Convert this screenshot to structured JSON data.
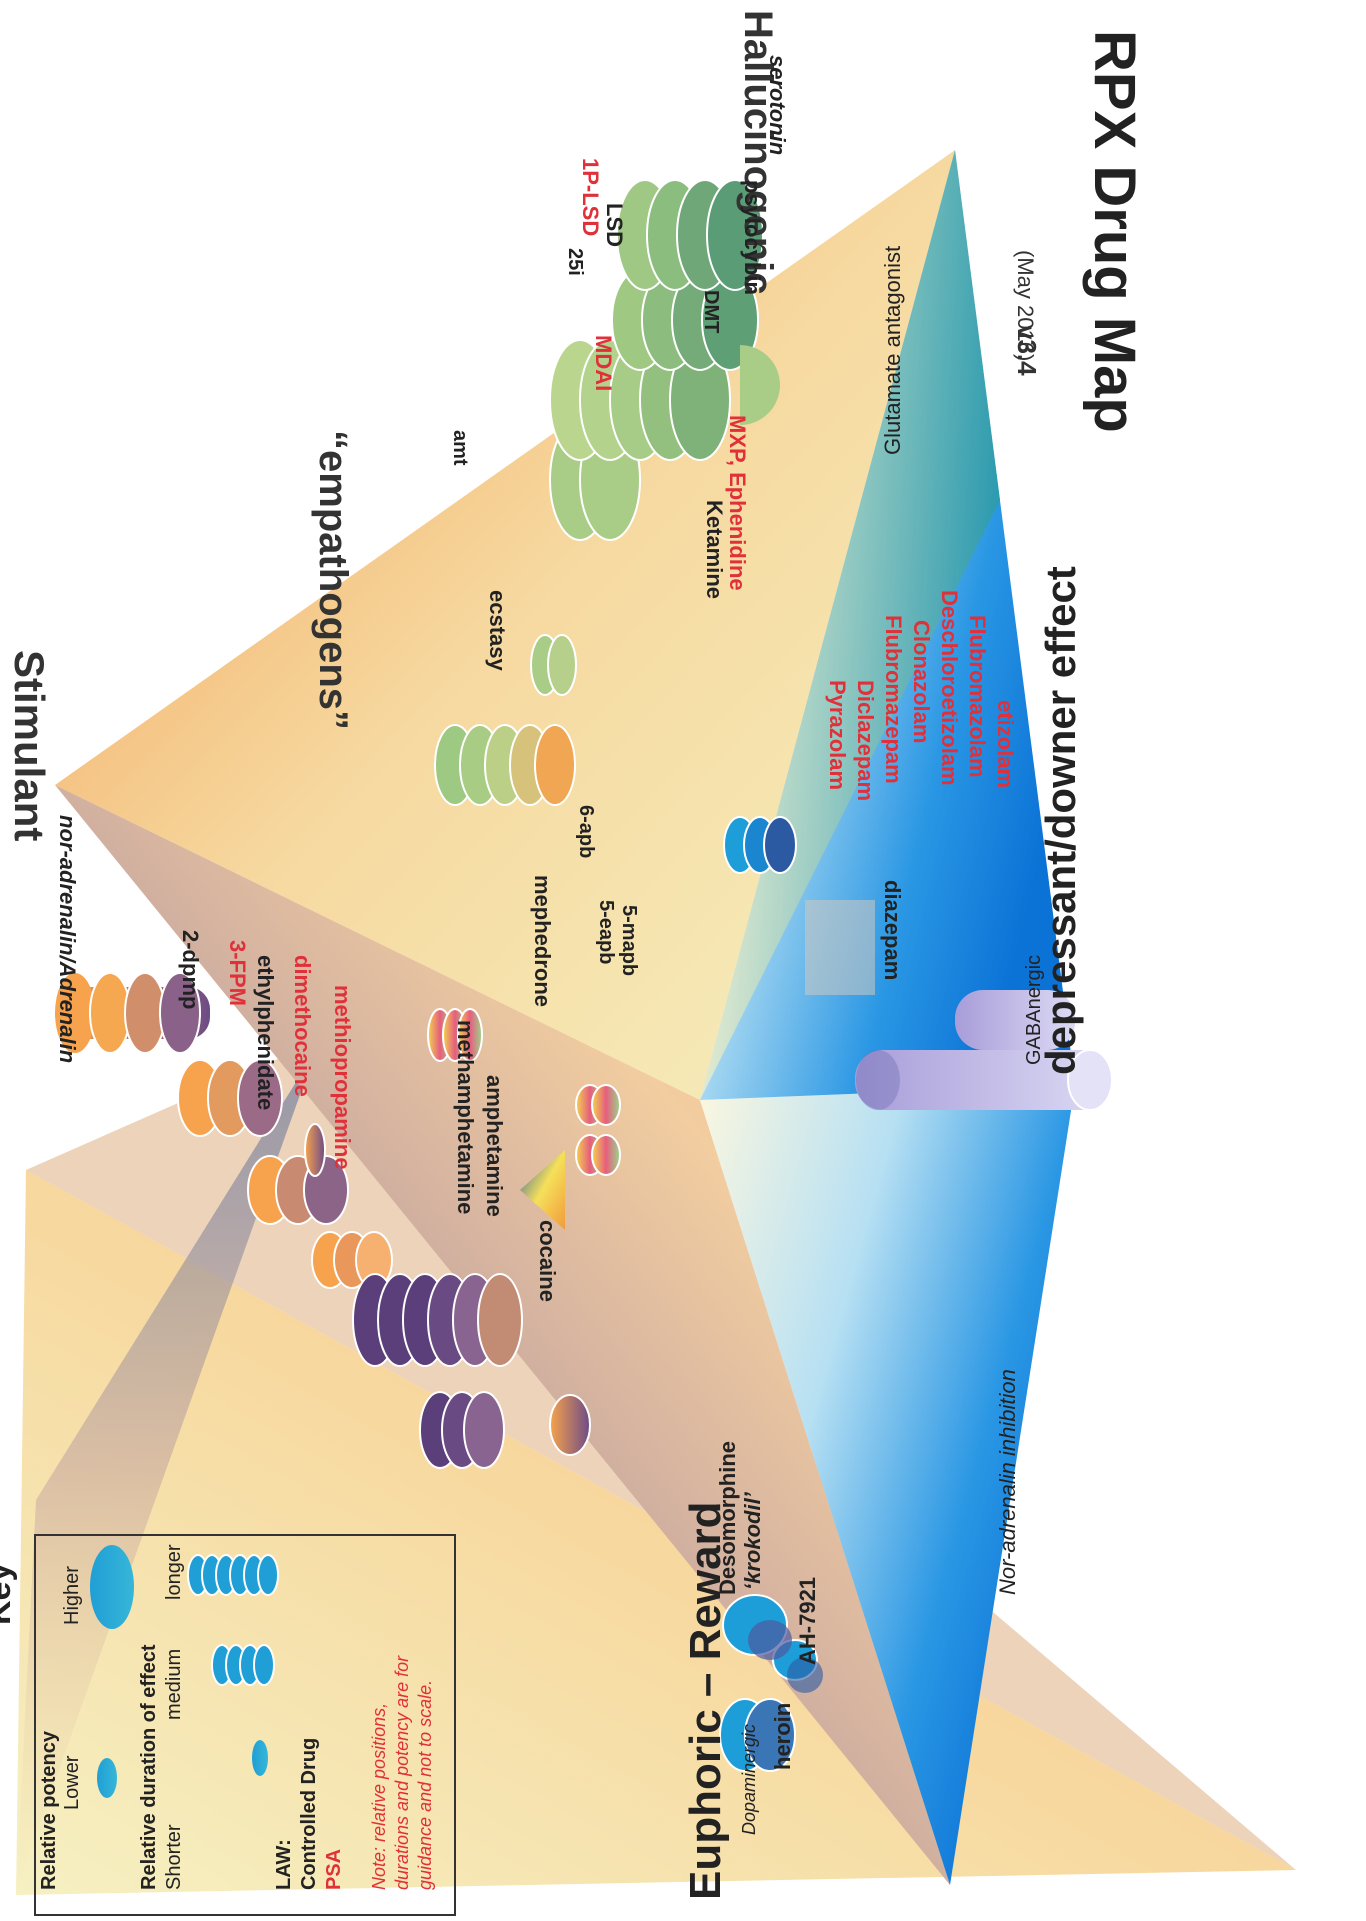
{
  "title": "RPX Drug Map",
  "version": "v3.4",
  "date": "(May 2016)",
  "key": {
    "heading": "Key",
    "potency_label": "Relative potency",
    "lower": "Lower",
    "higher": "Higher",
    "duration_label": "Relative duration of effect",
    "shorter": "Shorter",
    "medium": "medium",
    "longer": "longer",
    "law": "LAW:",
    "controlled": "Controlled Drug",
    "psa": "PSA",
    "note_1": "Note: relative positions,",
    "note_2": "durations and potency are for",
    "note_3": "guidance and not to scale."
  },
  "corners": {
    "stimulant": "Stimulant",
    "hallucinogenic": "Hallucinogenic",
    "euphoric": "Euphoric – Reward",
    "depressant": "depressant/downer effect",
    "empathogens": "“empathogens”"
  },
  "edges": {
    "noradrenalin": "nor-adrenalin/Adrenalin",
    "serotonin": "serotonin",
    "dopaminergic": "Dopaminergic",
    "noradrenalin_inhibition": "Nor-adrenalin inhibition",
    "gabaergic": "GABAnergic",
    "glutamate": "Glutamate antagonist"
  },
  "drugs": {
    "dpmp": "2-dpmp",
    "fpm": "3-FPM",
    "ethylphenidate": "ethylphenidate",
    "dimethocaine": "dimethocaine",
    "methiopropamine": "methiopropamine",
    "methamphetamine": "methamphetamine",
    "amphetamine": "amphetamine",
    "cocaine": "cocaine",
    "mephedrone": "mephedrone",
    "eapb": "5-eapb",
    "mapb": "5-mapb",
    "apb6": "6-apb",
    "ecstasy": "ecstasy",
    "amt": "amt",
    "mdai": "MDAI",
    "i25": "25i",
    "plsd": "1P-LSD",
    "lsd": "LSD",
    "dmt": "DMT",
    "psylocybin": "psylocybin",
    "ketamine": "Ketamine",
    "mxp": "MXP, Ephenidine",
    "diazepam": "diazepam",
    "pyrazolam": "Pyrazolam",
    "diclazepam": "Diclazepam",
    "flubromazepam": "Flubromazepam",
    "clonazolam": "Clonazolam",
    "deschloro": "Deschloroetizolam",
    "flubromazolam": "Flubromazolam",
    "etizolam": "etizolam",
    "heroin": "heroin",
    "desomorphine": "Desomorphine",
    "krokodil": "‘krokodil’",
    "ah7921": "AH-7921"
  },
  "colors": {
    "controlled": "#222222",
    "psa": "#e0303a",
    "stimulant": "#f4a055",
    "depressant": "#1f8fe0",
    "hallucinogen": "#a8d08d",
    "opioid": "#2a9fd0",
    "purple": "#6e4a86"
  }
}
